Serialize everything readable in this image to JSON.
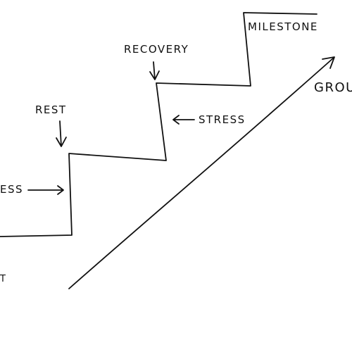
{
  "labels": {
    "milestone": "MILESTONE",
    "recovery": "RECOVERY",
    "rest": "REST",
    "stress_right": "STRESS",
    "stress_left": "ESS",
    "growth": "GROU",
    "bottom_left": "T"
  },
  "colors": {
    "ink": "#111111",
    "paper": "#ffffff"
  }
}
